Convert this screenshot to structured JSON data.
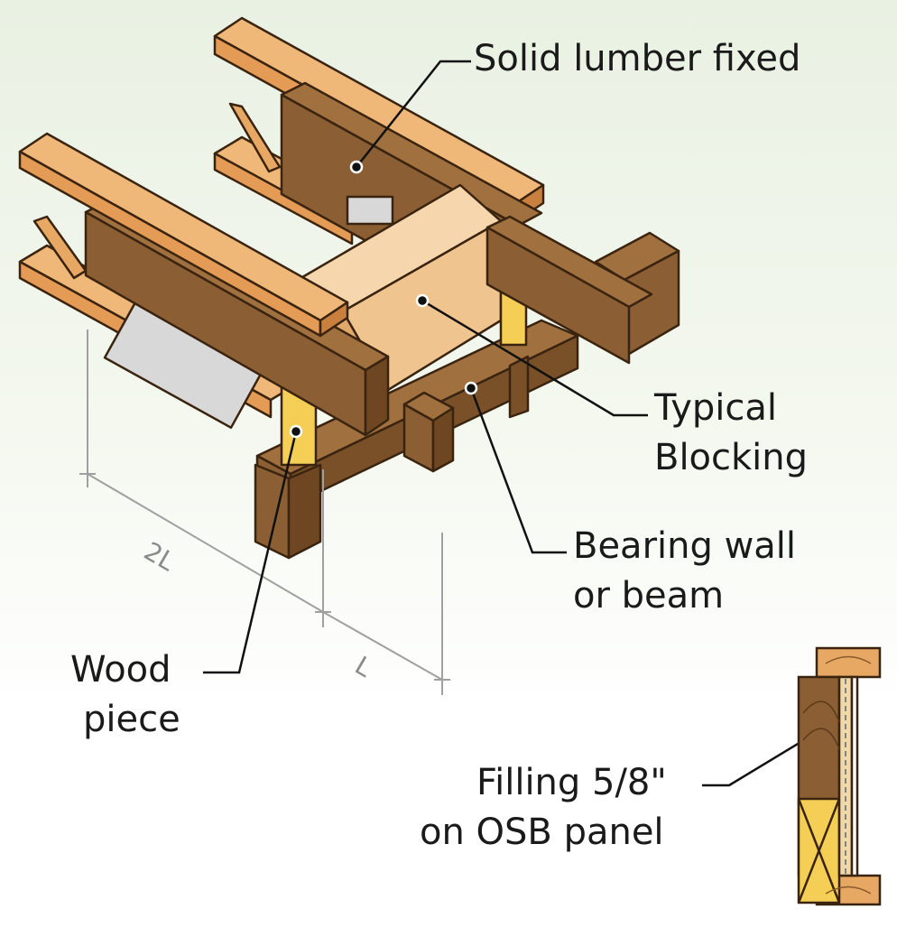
{
  "labels": {
    "solid_lumber": "Solid lumber fixed",
    "typical_blocking_1": "Typical",
    "typical_blocking_2": "Blocking",
    "bearing_wall_1": "Bearing wall",
    "bearing_wall_2": "or beam",
    "wood_piece_1": "Wood",
    "wood_piece_2": "piece",
    "filling_1": "Filling 5/8\"",
    "filling_2": "on OSB panel"
  },
  "dimensions": {
    "two_l": "2L",
    "l": "L"
  },
  "colors": {
    "light_lumber": "#e7a863",
    "dark_lumber": "#8b5f33",
    "blocking": "#f0c48f",
    "wood_piece": "#f5cf55",
    "outline": "#3a2410",
    "dimension_line": "#a0a0a0"
  }
}
